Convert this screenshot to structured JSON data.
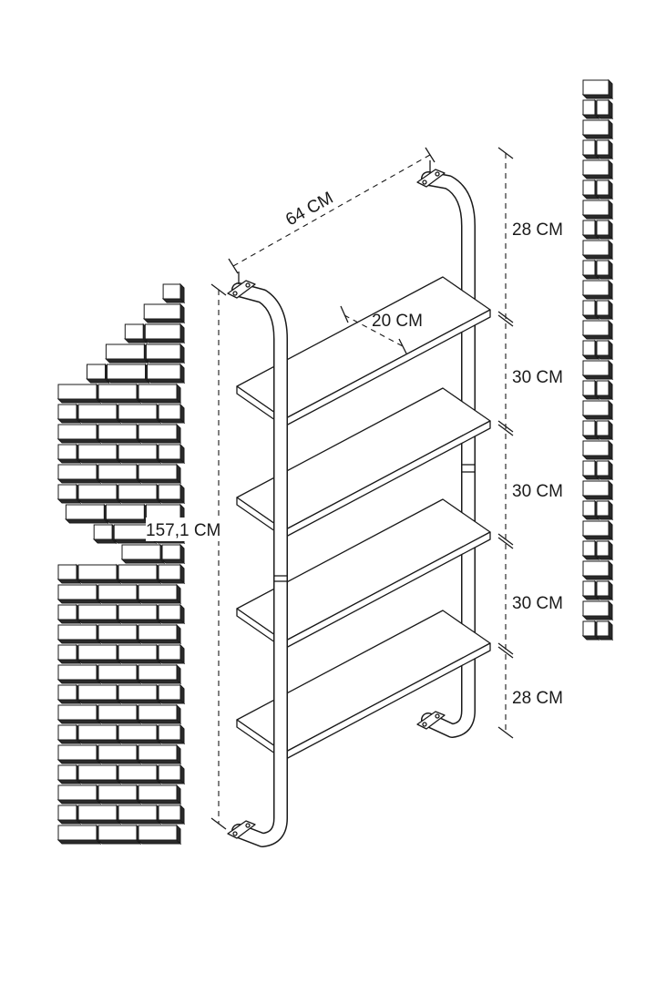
{
  "dimensions": {
    "width": "64 CM",
    "depth": "20 CM",
    "total_height": "157,1 CM",
    "spacing": [
      "28 CM",
      "30 CM",
      "30 CM",
      "30 CM",
      "28 CM"
    ]
  },
  "colors": {
    "line": "#1a1a1a",
    "background": "#ffffff",
    "brick_face": "#ffffff",
    "brick_side": "#2a2a2a"
  }
}
